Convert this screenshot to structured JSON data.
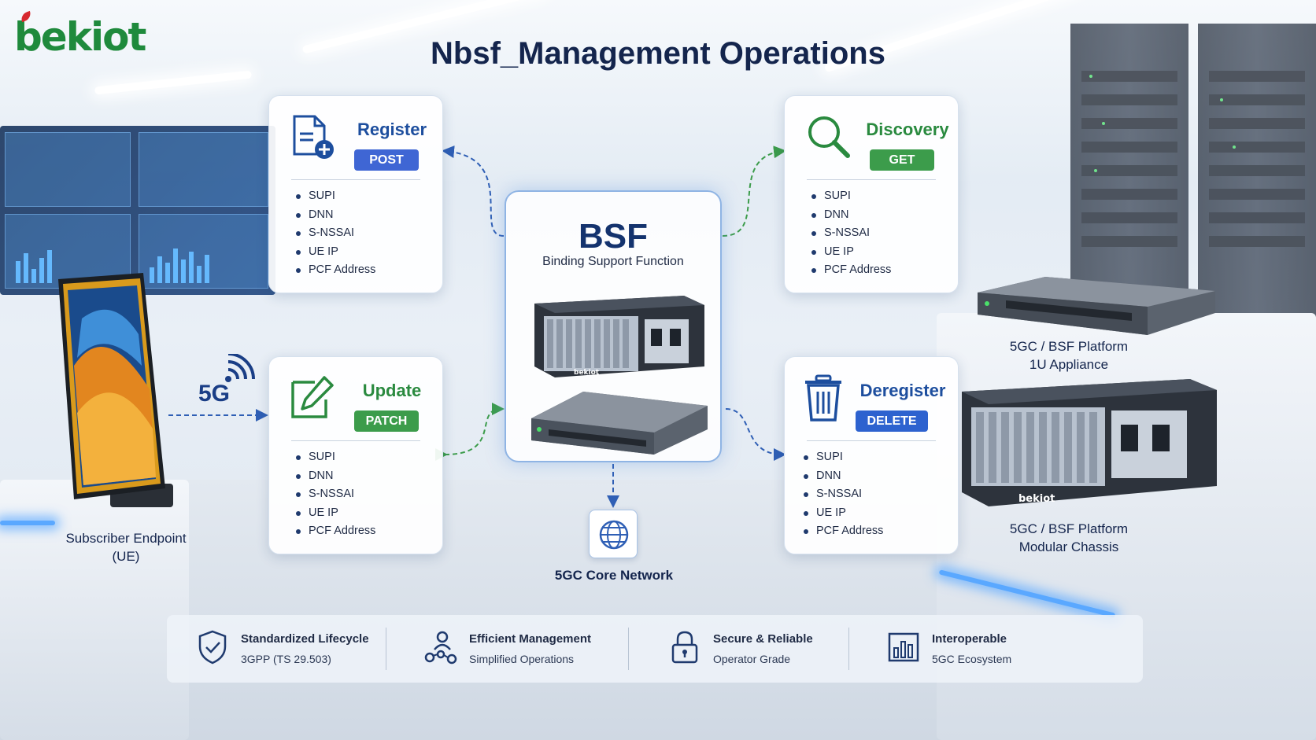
{
  "brand": {
    "logo_text": "bekiot"
  },
  "title": "Nbsf_Management Operations",
  "operations": [
    {
      "id": "register",
      "name": "Register",
      "method": "POST",
      "icon": "document-add-icon",
      "params": [
        "SUPI",
        "DNN",
        "S-NSSAI",
        "UE IP",
        "PCF Address"
      ]
    },
    {
      "id": "discovery",
      "name": "Discovery",
      "method": "GET",
      "icon": "magnifier-icon",
      "params": [
        "SUPI",
        "DNN",
        "S-NSSAI",
        "UE IP",
        "PCF Address"
      ]
    },
    {
      "id": "update",
      "name": "Update",
      "method": "PATCH",
      "icon": "edit-pencil-icon",
      "params": [
        "SUPI",
        "DNN",
        "S-NSSAI",
        "UE IP",
        "PCF Address"
      ]
    },
    {
      "id": "deregister",
      "name": "Deregister",
      "method": "DELETE",
      "icon": "trash-icon",
      "params": [
        "SUPI",
        "DNN",
        "S-NSSAI",
        "UE IP",
        "PCF Address"
      ]
    }
  ],
  "bsf": {
    "title": "BSF",
    "subtitle": "Binding Support Function",
    "chassis_brand": "bekiot"
  },
  "core_network": {
    "label": "5GC Core Network",
    "icon": "globe-icon"
  },
  "endpoint": {
    "line1": "Subscriber Endpoint",
    "line2": "(UE)",
    "radio_label": "5G"
  },
  "platforms": [
    {
      "line1": "5GC / BSF Platform",
      "line2": "1U Appliance"
    },
    {
      "line1": "5GC / BSF Platform",
      "line2": "Modular Chassis",
      "chassis_brand": "bekiot"
    }
  ],
  "benefits": [
    {
      "title": "Standardized Lifecycle",
      "subtitle": "3GPP (TS 29.503)",
      "icon": "shield-check-icon"
    },
    {
      "title": "Efficient Management",
      "subtitle": "Simplified Operations",
      "icon": "user-network-icon"
    },
    {
      "title": "Secure & Reliable",
      "subtitle": "Operator Grade",
      "icon": "lock-icon"
    },
    {
      "title": "Interoperable",
      "subtitle": "5GC Ecosystem",
      "icon": "bar-chart-icon"
    }
  ],
  "colors": {
    "blue_method": "#3f66d4",
    "green_method": "#3c9c4b",
    "title_navy": "#14254d",
    "brand_green": "#1f8a3c"
  }
}
